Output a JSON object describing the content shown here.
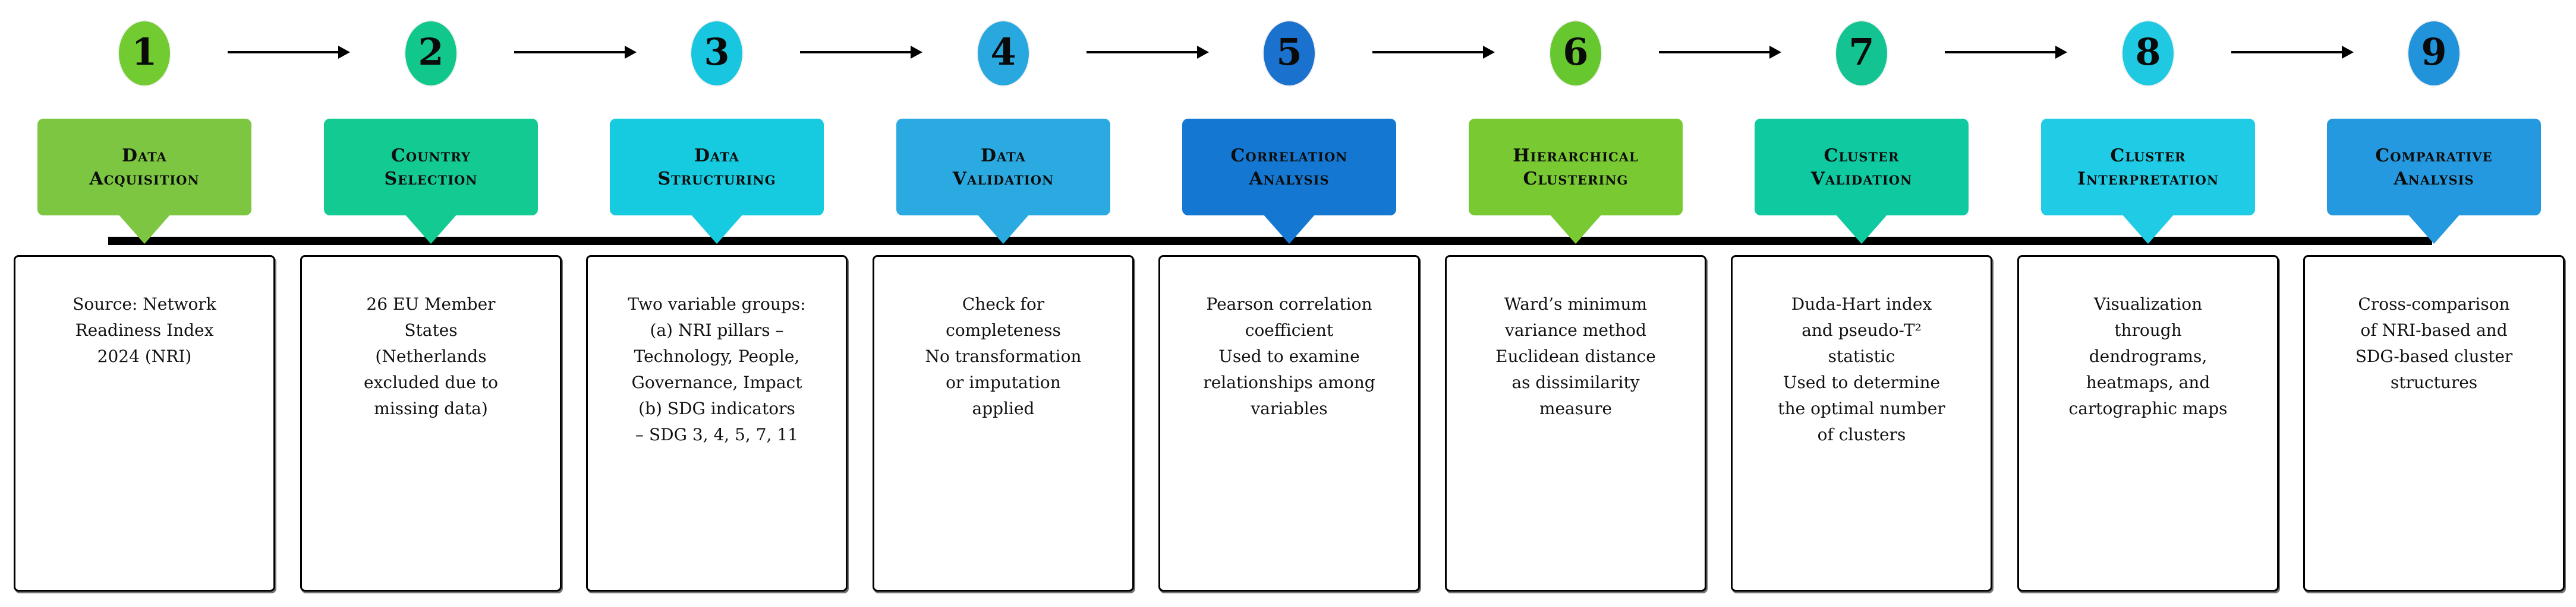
{
  "figure": {
    "background": "#ffffff",
    "line_color": "#000000",
    "text_color": "#0d0d0d"
  },
  "steps": [
    {
      "number": "1",
      "title": "Data\nAcquisition",
      "description": "Source: Network\nReadiness Index\n2024 (NRI)",
      "circle_color": "#72CB31",
      "box_color": "#7DC642"
    },
    {
      "number": "2",
      "title": "Country\nSelection",
      "description": "26 EU Member\nStates\n(Netherlands\nexcluded due to\nmissing data)",
      "circle_color": "#12C78C",
      "box_color": "#14CA93"
    },
    {
      "number": "3",
      "title": "Data\nStructuring",
      "description": "Two variable groups:\n(a) NRI pillars –\nTechnology, People,\nGovernance, Impact\n(b) SDG indicators\n– SDG 3, 4, 5, 7, 11",
      "circle_color": "#18C6DF",
      "box_color": "#16CADF"
    },
    {
      "number": "4",
      "title": "Data\nValidation",
      "description": "Check for\ncompleteness\nNo transformation\nor imputation\napplied",
      "circle_color": "#29A8E0",
      "box_color": "#2BAAE2"
    },
    {
      "number": "5",
      "title": "Correlation\nAnalysis",
      "description": "Pearson correlation\ncoefficient\nUsed to examine\nrelationships among\nvariables",
      "circle_color": "#1B72CE",
      "box_color": "#1478D3"
    },
    {
      "number": "6",
      "title": "Hierarchical\nClustering",
      "description": "Ward’s minimum\nvariance method\nEuclidean distance\nas dissimilarity\nmeasure",
      "circle_color": "#66C72E",
      "box_color": "#79C933"
    },
    {
      "number": "7",
      "title": "Cluster\nValidation",
      "description": "Duda-Hart index\nand pseudo-T²\nstatistic\nUsed to determine\nthe optimal number\nof clusters",
      "circle_color": "#13C492",
      "box_color": "#0FC9A1"
    },
    {
      "number": "8",
      "title": "Cluster\nInterpretation",
      "description": "Visualization\nthrough\ndendrograms,\nheatmaps, and\ncartographic maps",
      "circle_color": "#1FC9E2",
      "box_color": "#20CCE5"
    },
    {
      "number": "9",
      "title": "Comparative\nAnalysis",
      "description": "Cross-comparison\nof NRI-based and\nSDG-based cluster\nstructures",
      "circle_color": "#2193DB",
      "box_color": "#2599DF"
    }
  ]
}
